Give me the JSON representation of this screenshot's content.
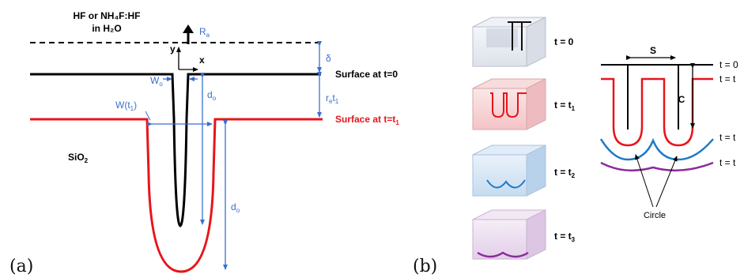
{
  "panel_a": {
    "label": "(a)",
    "etchant_line1": "HF or NH₄F:HF",
    "etchant_line2": "in H₂O",
    "rate_label": "R",
    "rate_sub": "a",
    "axis_y": "y",
    "axis_x": "x",
    "delta_label": "δ",
    "w0_label": "W",
    "w0_sub": "o",
    "d0_label": "d",
    "d0_sub": "o",
    "d0_label_2": "d",
    "d0_sub_2": "o",
    "re_label": "r",
    "re_sub": "e",
    "re_t": "t",
    "re_t_sub": "1",
    "wt1_label": "W(t",
    "wt1_sub": "1",
    "wt1_close": ")",
    "surface0_label": "Surface at t=0",
    "surface1_label": "Surface at t=t",
    "surface1_sub": "1",
    "material_label": "SiO",
    "material_sub": "2",
    "colors": {
      "black": "#000000",
      "red": "#e8141b",
      "blue": "#3a6fd0"
    }
  },
  "panel_b": {
    "label": "(b)",
    "block_labels": [
      {
        "text": "t = 0",
        "sub": ""
      },
      {
        "text": "t = t",
        "sub": "1"
      },
      {
        "text": "t = t",
        "sub": "2"
      },
      {
        "text": "t = t",
        "sub": "3"
      }
    ],
    "s_label": "S",
    "c_label": "C",
    "circle_label": "Circle",
    "right_labels": [
      "t = 0",
      "t = t",
      "t = t",
      "t = t"
    ],
    "colors": {
      "red": "#e8141b",
      "blue": "#1f7ac4",
      "purple": "#8a2b9b"
    }
  }
}
